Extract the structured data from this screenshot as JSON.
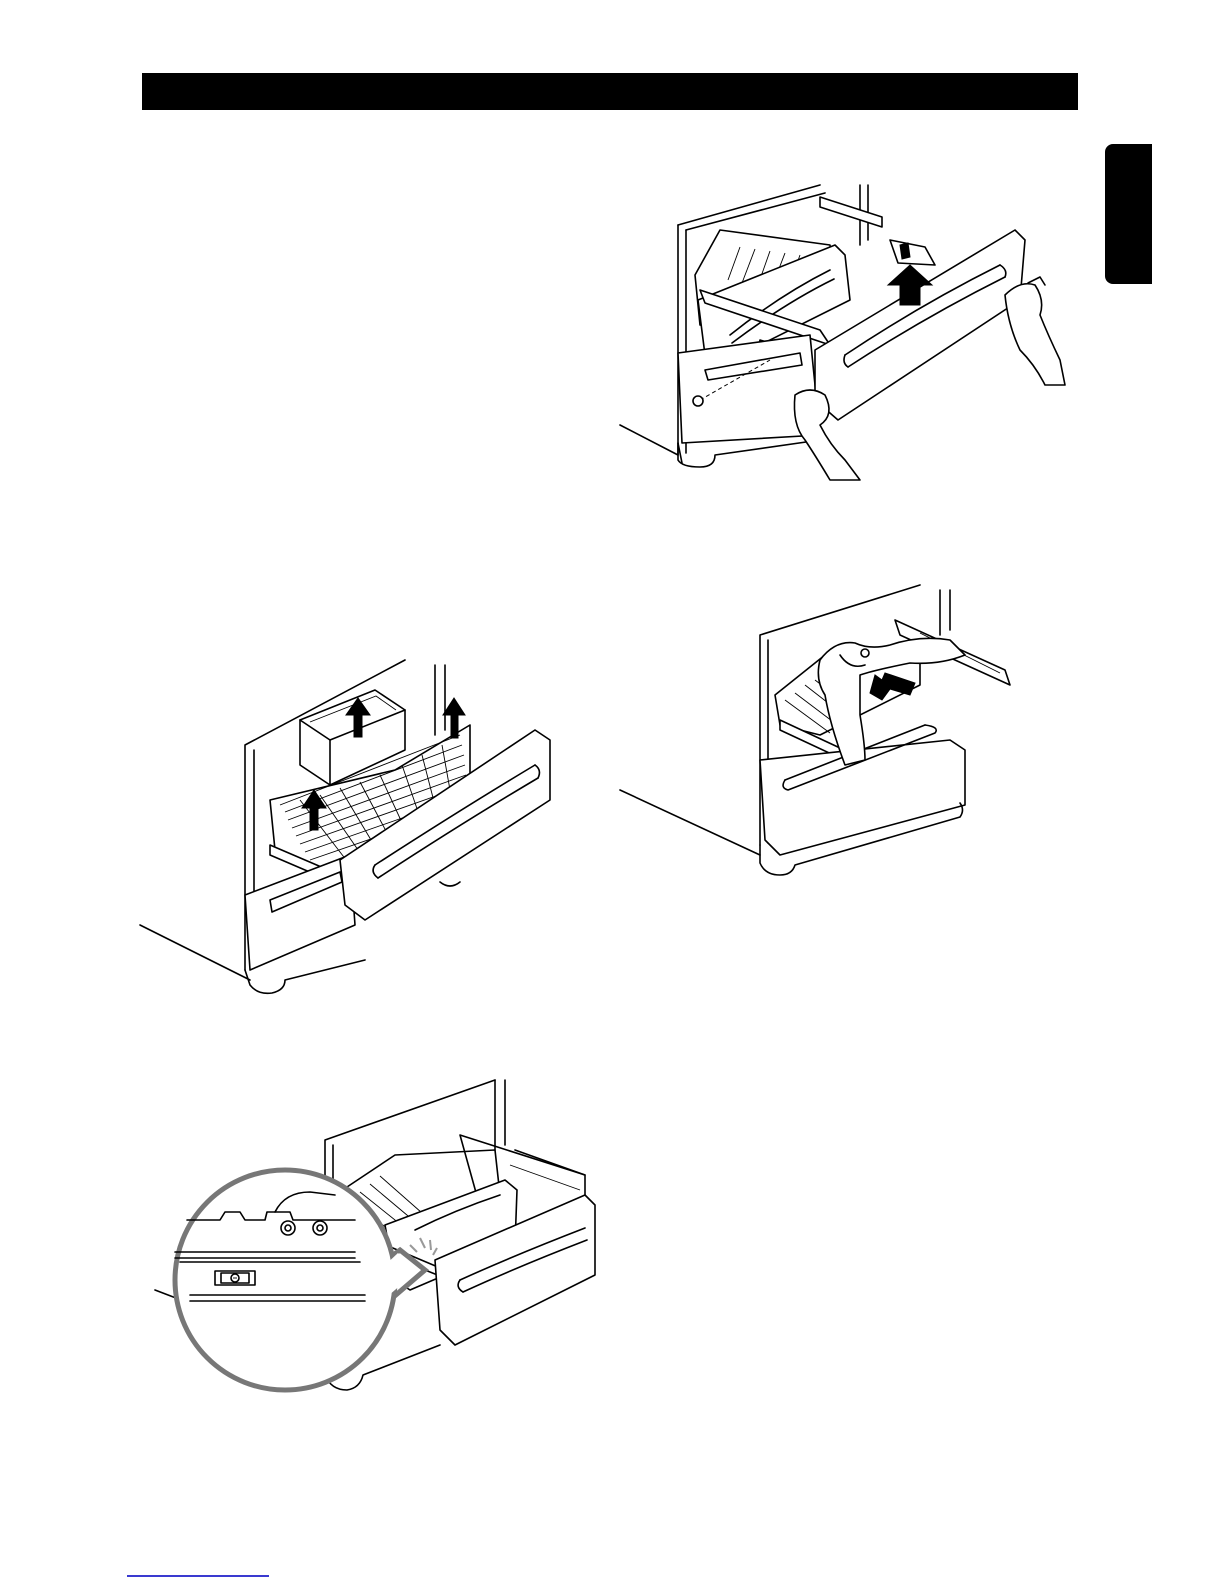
{
  "page": {
    "header": {
      "text": ""
    },
    "side_tab": {
      "text": ""
    },
    "figures": [
      {
        "id": "fig-remove-drawer-front",
        "icon": "drawer-lift-hands-illustration"
      },
      {
        "id": "fig-remove-bin-basket",
        "icon": "bin-basket-lift-illustration"
      },
      {
        "id": "fig-push-rail",
        "icon": "rail-push-illustration"
      },
      {
        "id": "fig-rail-detail",
        "icon": "rail-magnified-detail-illustration"
      }
    ]
  }
}
